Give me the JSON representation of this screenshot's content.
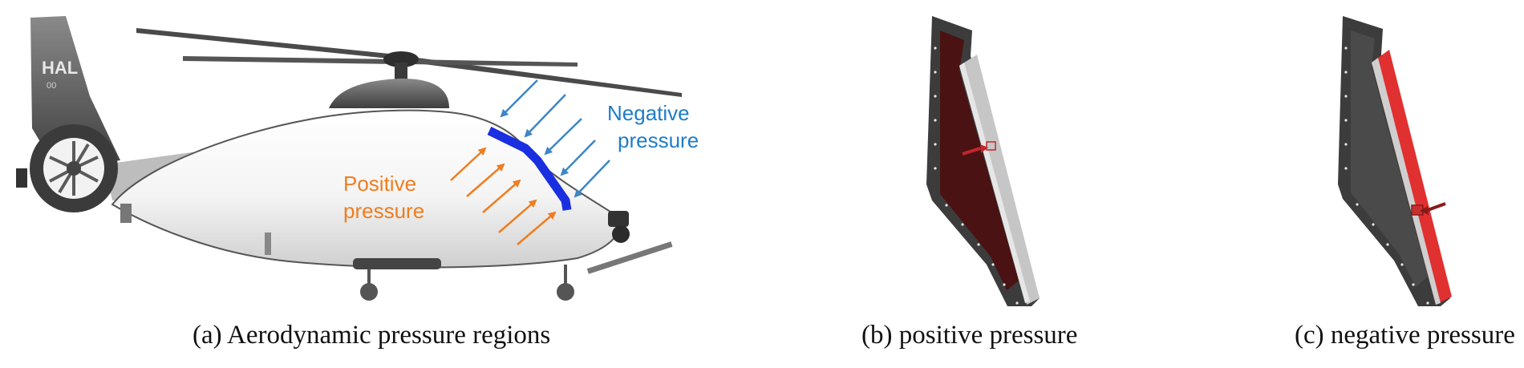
{
  "panel_a": {
    "tail_code": "HAL",
    "tail_number": "00",
    "negative_label_line1": "Negative",
    "negative_label_line2": "pressure",
    "positive_label_line1": "Positive",
    "positive_label_line2": "pressure",
    "caption": "(a) Aerodynamic pressure regions"
  },
  "panel_b": {
    "caption": "(b) positive pressure"
  },
  "panel_c": {
    "caption": "(c) negative pressure"
  },
  "colors": {
    "negative_pressure": "#3d86c6",
    "positive_pressure": "#f07d1f",
    "window_highlight": "#1a2fe0",
    "positive_panel_fill": "#4a1212",
    "negative_panel_fill": "#e03030",
    "panel_frame": "#3c3c3c"
  }
}
